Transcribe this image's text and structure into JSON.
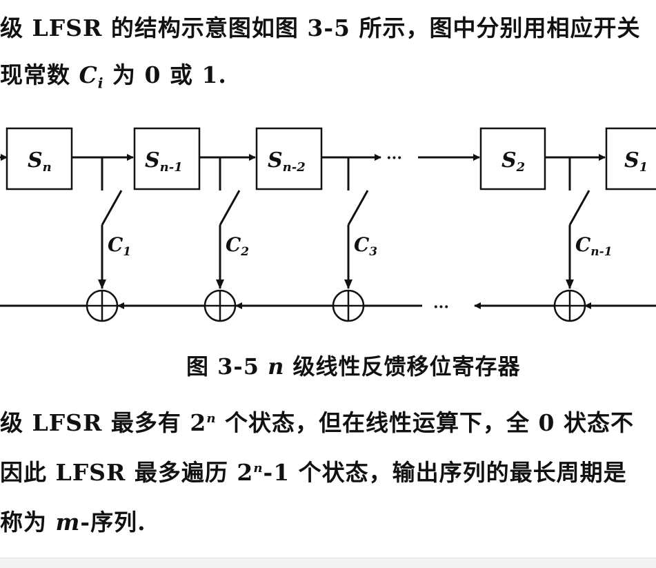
{
  "text": {
    "line1": "级 LFSR 的结构示意图如图 3-5 所示，图中分别用相应开关",
    "line2_pre": "现常数 ",
    "line2_C": "C",
    "line2_sub": "i",
    "line2_post": " 为 0 或 1.",
    "caption_pre": "图 3-5 ",
    "caption_n": "n",
    "caption_post": " 级线性反馈移位寄存器",
    "line4_a": "级 LFSR 最多有 2",
    "line4_sup": "n",
    "line4_b": " 个状态，但在线性运算下，全 0 状态不",
    "line5_a": "因此 LFSR 最多遍历 2",
    "line5_sup": "n",
    "line5_b": "-1 个状态，输出序列的最长周期是",
    "line6_a": "称为 ",
    "line6_m": "m",
    "line6_b": "-序列."
  },
  "diagram": {
    "registers": [
      {
        "base": "S",
        "sub": "n"
      },
      {
        "base": "S",
        "sub": "n-1"
      },
      {
        "base": "S",
        "sub": "n-2"
      },
      {
        "base": "S",
        "sub": "2"
      },
      {
        "base": "S",
        "sub": "1"
      }
    ],
    "switches": [
      {
        "base": "C",
        "sub": "1"
      },
      {
        "base": "C",
        "sub": "2"
      },
      {
        "base": "C",
        "sub": "3"
      },
      {
        "base": "C",
        "sub": "n-1"
      }
    ],
    "ellipsis": "···"
  }
}
